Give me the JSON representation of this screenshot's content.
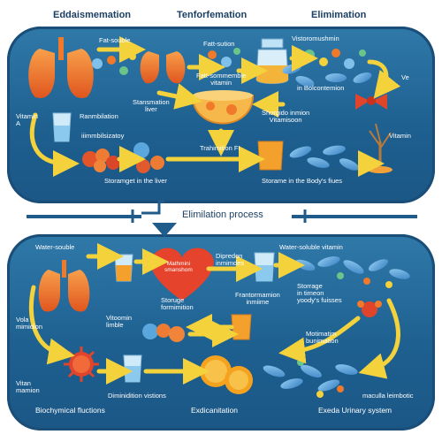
{
  "headers": {
    "left": "Eddaismemation",
    "center": "Tenforfemation",
    "right": "Elimimation"
  },
  "top_panel": {
    "fat_soluble": "Fat-souble",
    "fat_sution": "Fatt-sution",
    "fat_somm_vitamin": "Fatt-sommemble\nvitamin",
    "vistoromushmin": "Vistoromushmin",
    "ve": "Ve",
    "vitamin_a": "Vitamin\nA",
    "ranmbilation": "Ranmbilation",
    "immbilsizatoy": "iiimmbilsizatoy",
    "stansmation_liver": "Stansmation\nliver",
    "in_bolcontemion": "in Bolcontemion",
    "shorgido_inmion": "Shorgido inmion\nVitamisoon",
    "vitamin_right": "Vitamin",
    "trahimition_fi": "Trahimition FI",
    "storamget_liver": "Storamget in the liver",
    "storame_body": "Storame in the Body's fiues"
  },
  "divider": {
    "title": "Elimilation process"
  },
  "bottom_panel": {
    "water_souble": "Water-souble",
    "heart_label": "Mathmini\nsmanshom",
    "dipredon_inmimdes": "Dipredon\ninmimdes",
    "water_soluble_vitamin": "Water-soluble vitamin",
    "vola_mimidion": "Vola\nmimidion",
    "storuge_formimition": "Storuge\nformimition",
    "frantormamion_inmiime": "Frantormamion\ninmiime",
    "storrage_timeon": "Storrage\nin timeon\nyoody's fuisses",
    "vitoomin_limble": "Vitoomin\nlimble",
    "motimatim_bunimation": "Motimatim\nbunimation",
    "vitan_mamion": "Vitan\nmamion",
    "diminidition_vistions": "Diminidition vistions",
    "maculla_leimbotic": "maculla leimbotic",
    "biochymical_fluctions": "Biochymical fluctions",
    "exdicanitation": "Exdicanitation",
    "exeda_urinary": "Exeda Urinary system"
  },
  "colors": {
    "panel": "#2374a6",
    "arrow": "#f3d23c",
    "organ": "#f07a2a",
    "pill": "#5aa7de"
  }
}
